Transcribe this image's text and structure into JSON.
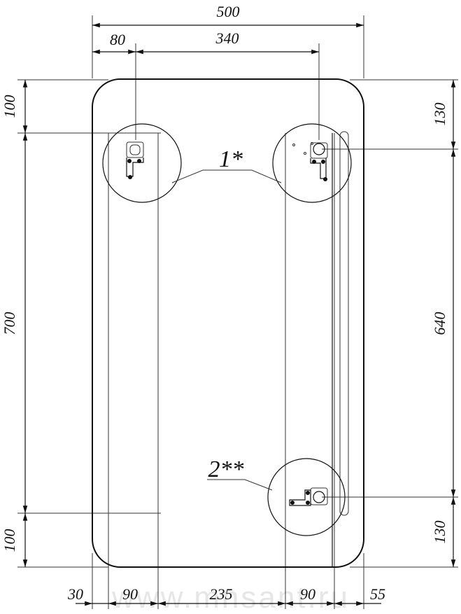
{
  "dimensions": {
    "top_total": "500",
    "top_left_offset": "80",
    "top_mount_span": "340",
    "left_top": "100",
    "left_middle": "700",
    "left_bottom": "100",
    "right_top": "130",
    "right_middle": "640",
    "right_bottom": "130",
    "bottom_a": "30",
    "bottom_b": "90",
    "bottom_c": "235",
    "bottom_d": "90",
    "bottom_e": "55"
  },
  "callouts": {
    "bracket_upper": "1*",
    "bracket_lower": "2**"
  },
  "watermark": "www.mnsant.ru"
}
